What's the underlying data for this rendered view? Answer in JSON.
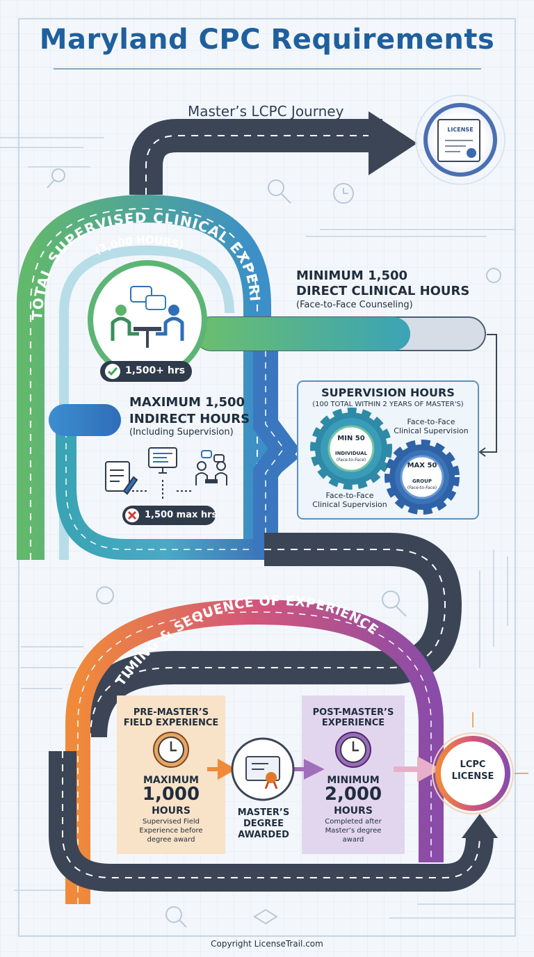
{
  "title": "Maryland CPC Requirements",
  "journey_title": "Master’s LCPC Journey",
  "license_doc_label": "LICENSE",
  "arc_total": {
    "label": "TOTAL SUPERVISED CLINICAL EXPERIENCE",
    "hours": "(3,000 HOURS)"
  },
  "direct": {
    "title_line1": "MINIMUM 1,500",
    "title_line2": "DIRECT CLINICAL HOURS",
    "subtitle": "(Face-to-Face Counseling)",
    "badge": "1,500+ hrs"
  },
  "indirect": {
    "title_line1": "MAXIMUM 1,500",
    "title_line2": "INDIRECT HOURS",
    "subtitle": "(Including Supervision)",
    "badge": "1,500 max hrs"
  },
  "supervision": {
    "title": "SUPERVISION HOURS",
    "subtitle": "(100 TOTAL WITHIN 2 YEARS OF MASTER'S)",
    "gear1": {
      "line1": "MIN 50",
      "line2": "INDIVIDUAL",
      "line3": "(Face-to-Face)"
    },
    "gear2": {
      "line1": "MAX 50",
      "line2": "GROUP",
      "line3": "(Face-to-Face)"
    },
    "caption_top_line1": "Face-to-Face",
    "caption_top_line2": "Clinical Supervision",
    "caption_bottom_line1": "Face-to-Face",
    "caption_bottom_line2": "Clinical Supervision"
  },
  "timing": {
    "label": "TIMING & SEQUENCE OF EXPERIENCE",
    "pre": {
      "title_line1": "PRE-MASTER’S",
      "title_line2": "FIELD EXPERIENCE",
      "qualifier": "MAXIMUM",
      "number": "1,000",
      "unit": "HOURS",
      "desc_line1": "Supervised Field",
      "desc_line2": "Experience before",
      "desc_line3": "degree award"
    },
    "degree": {
      "line1": "MASTER’S",
      "line2": "DEGREE",
      "line3": "AWARDED"
    },
    "post": {
      "title_line1": "POST-MASTER’S",
      "title_line2": "EXPERIENCE",
      "qualifier": "MINIMUM",
      "number": "2,000",
      "unit": "HOURS",
      "desc_line1": "Completed after",
      "desc_line2": "Master’s degree",
      "desc_line3": "award"
    },
    "license": {
      "line1": "LCPC",
      "line2": "LICENSE"
    }
  },
  "copyright": "Copyright LicenseTrail.com",
  "colors": {
    "title": "#1f5f9e",
    "road": "#3b4556",
    "arc_green": "#5fb86e",
    "arc_blue": "#2f7fc1",
    "arc_orange": "#f08a3a",
    "arc_purple": "#8a4ca8",
    "pre_panel": "#f8e2c8",
    "post_panel": "#e2d6ee"
  }
}
